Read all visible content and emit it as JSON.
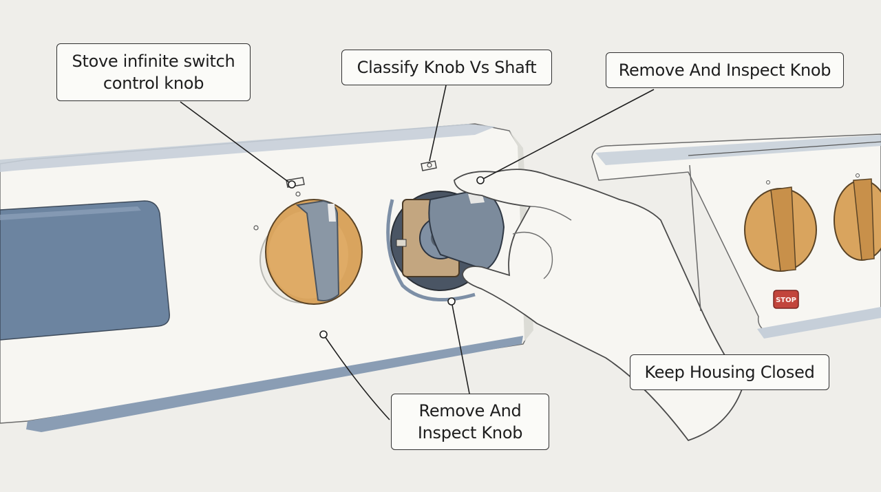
{
  "callouts": {
    "stove_knob": "Stove infinite switch control knob",
    "classify": "Classify Knob Vs Shaft",
    "remove_top": "Remove And Inspect Knob",
    "keep_housing": "Keep Housing Closed",
    "remove_bottom": "Remove And Inspect Knob"
  },
  "stop_button": "STOP",
  "colors": {
    "background": "#efeeea",
    "panel": "#f6f5f1",
    "panel_shadow": "#b9c3cf",
    "display": "#6c84a0",
    "knob": "#d9a45e",
    "knob_grip": "#8a97a5",
    "stop_red": "#c2453c",
    "ink": "#2f2f2f"
  },
  "icons": [
    "stove-knob-icon",
    "hand-icon",
    "switch-shaft-icon",
    "stop-button-icon"
  ]
}
